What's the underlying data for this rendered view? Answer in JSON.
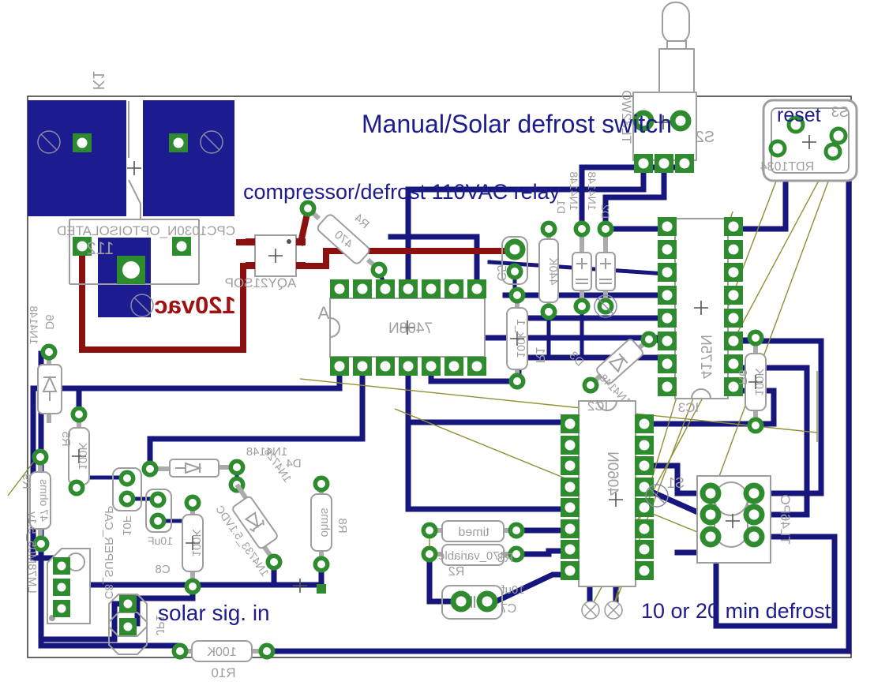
{
  "annotations": {
    "manual_solar_switch": "Manual/Solar defrost switch",
    "compressor_relay": "compressor/defrost 110VAC relay",
    "solar_sig_in": "solar sig. in",
    "defrost_time": "10 or 20 min defrost",
    "reset": "reset",
    "vac_120": "120vac"
  },
  "silk": {
    "k1": "K1",
    "k1_value": "112",
    "opto_name": "CPC1030N_OPTOISOLATED",
    "opto_pkg": "AQY21SOP",
    "r4": "R4",
    "r4_value": "470",
    "ic1_gate": "A",
    "ic1_value": "7408N",
    "r1": "R1",
    "r1_value": "100k_1",
    "c5": "C5",
    "d1": "D1",
    "d1_value": "1N4148",
    "d2": "D2",
    "d2_value": "1N4148",
    "r440k_value": "440K",
    "d3": "D3",
    "d3_value": "1N4148",
    "ic3": "IC3",
    "ic3_value": "4175N",
    "r6": "R6",
    "r6_value": "100K",
    "s2": "S2",
    "s2_value": "TL32WO",
    "s3": "S3",
    "s3_value": "RDT1034",
    "ic2": "IC2",
    "ic2_value": "4060N",
    "r_timed_value": "timed",
    "r2": "R2",
    "r3": "R3",
    "r3_value": "470_variable",
    "c7": "C7",
    "c7_value": "10uf",
    "s1": "S1",
    "s1_value": "TL46PO",
    "d6": "D6",
    "d6_value": "1N4148",
    "r5": "R5",
    "r5_value": "100K",
    "r9": "R9",
    "r9_value": "47 ohms",
    "vreg_value": "LM78M05_5.1v",
    "c8": "C8",
    "c8_value": "C8_SUPER_CAP",
    "c8_farads": "10F",
    "c6_value": "10uF",
    "r7_value": "100K",
    "d4": "D4",
    "d4_value": "1N4148",
    "z1_name": "1N4728",
    "z1_value": "1N4733_5.1VDC",
    "r8": "R8",
    "r8_value": "ohms",
    "jp1": "JP1",
    "r10": "R10",
    "r10_value": "100K"
  },
  "colors": {
    "bottom_trace": "#16167c",
    "top_trace": "#8b1111",
    "copper_pour": "#1c1c90",
    "pad_green": "#2e8b2e",
    "silkscreen": "#9e9e9e",
    "annotation_blue": "#1c1c8c",
    "annotation_red": "#a01212",
    "airwire_yellow": "#8f8f33"
  }
}
